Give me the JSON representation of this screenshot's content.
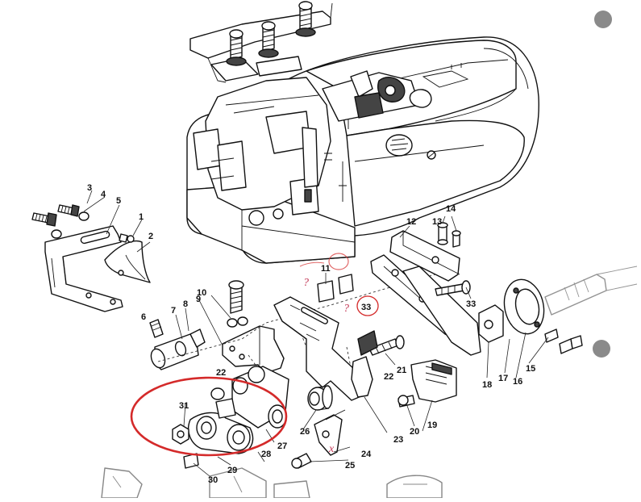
{
  "callouts": [
    {
      "id": "1",
      "label": "1"
    },
    {
      "id": "2",
      "label": "2"
    },
    {
      "id": "3",
      "label": "3"
    },
    {
      "id": "4",
      "label": "4"
    },
    {
      "id": "5",
      "label": "5"
    },
    {
      "id": "6",
      "label": "6"
    },
    {
      "id": "7",
      "label": "7"
    },
    {
      "id": "8",
      "label": "8"
    },
    {
      "id": "9",
      "label": "9"
    },
    {
      "id": "10",
      "label": "10"
    },
    {
      "id": "11",
      "label": "11"
    },
    {
      "id": "12",
      "label": "12"
    },
    {
      "id": "13",
      "label": "13"
    },
    {
      "id": "14",
      "label": "14"
    },
    {
      "id": "15",
      "label": "15"
    },
    {
      "id": "16",
      "label": "16"
    },
    {
      "id": "17",
      "label": "17"
    },
    {
      "id": "18",
      "label": "18"
    },
    {
      "id": "19",
      "label": "19"
    },
    {
      "id": "20",
      "label": "20"
    },
    {
      "id": "21",
      "label": "21"
    },
    {
      "id": "22a",
      "label": "22"
    },
    {
      "id": "22b",
      "label": "22"
    },
    {
      "id": "23",
      "label": "23"
    },
    {
      "id": "24",
      "label": "24"
    },
    {
      "id": "25",
      "label": "25"
    },
    {
      "id": "26",
      "label": "26"
    },
    {
      "id": "27",
      "label": "27"
    },
    {
      "id": "28",
      "label": "28"
    },
    {
      "id": "29",
      "label": "29"
    },
    {
      "id": "30",
      "label": "30"
    },
    {
      "id": "31",
      "label": "31"
    },
    {
      "id": "33a",
      "label": "33"
    },
    {
      "id": "33b",
      "label": "33"
    }
  ],
  "annotations": {
    "q_mark_1": "?",
    "q_mark_2": "?",
    "x_mark": "x",
    "red_ellipse_color": "#d42a2a",
    "marker_color": "#c43a58"
  },
  "decor": {
    "dot_color": "#8a8a8a"
  }
}
